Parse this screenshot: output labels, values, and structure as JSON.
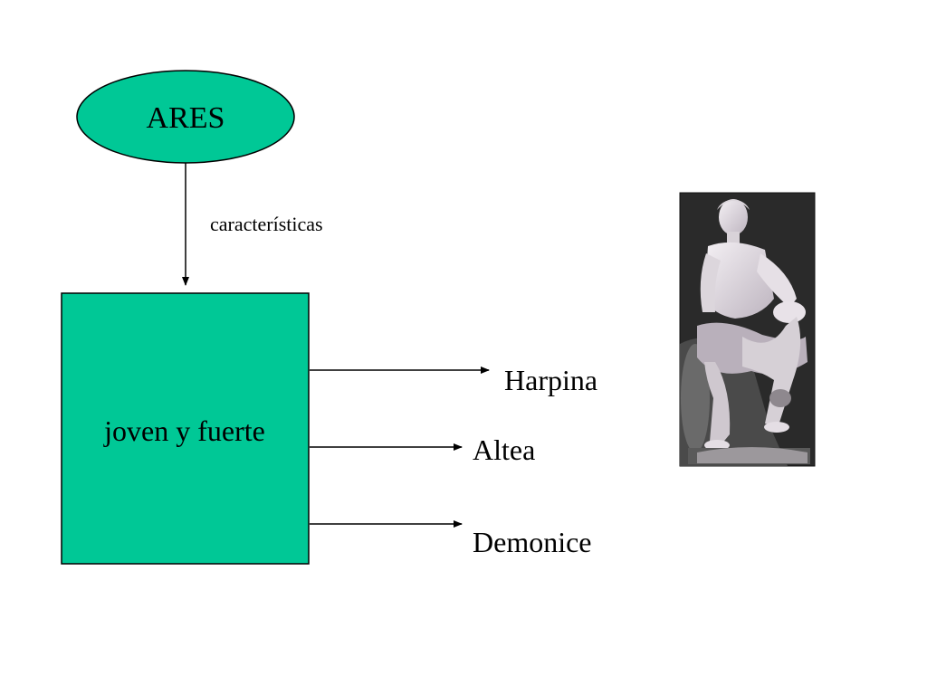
{
  "diagram": {
    "root": {
      "label": "ARES"
    },
    "edge_label": "características",
    "box": {
      "label": "joven y fuerte"
    },
    "branches": [
      {
        "label": "Harpina"
      },
      {
        "label": "Altea"
      },
      {
        "label": "Demonice"
      }
    ]
  },
  "colors": {
    "node_fill": "#00C896",
    "stroke": "#000000",
    "photo_bg": "#2a2a2a"
  },
  "image": {
    "icon": "statue-photo",
    "subject": "seated marble statue"
  }
}
